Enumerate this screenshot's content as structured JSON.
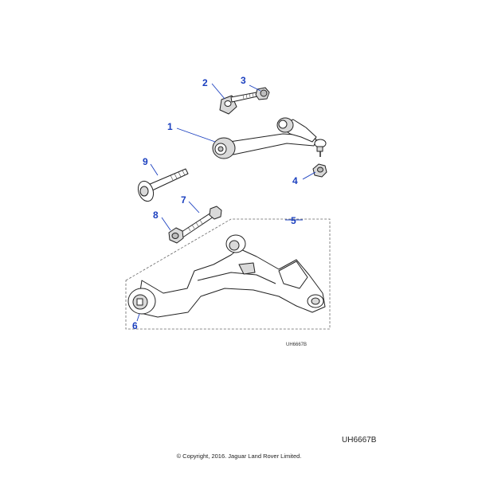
{
  "callouts": {
    "c1": "1",
    "c2": "2",
    "c3": "3",
    "c4": "4",
    "c5": "5",
    "c6": "6",
    "c7": "7",
    "c8": "8",
    "c9": "9"
  },
  "drawing_code_small": "UH6667B",
  "drawing_code": "UH6667B",
  "copyright": "© Copyright, 2016. Jaguar Land Rover Limited.",
  "colors": {
    "callout": "#1a3fbf",
    "line": "#222222"
  }
}
